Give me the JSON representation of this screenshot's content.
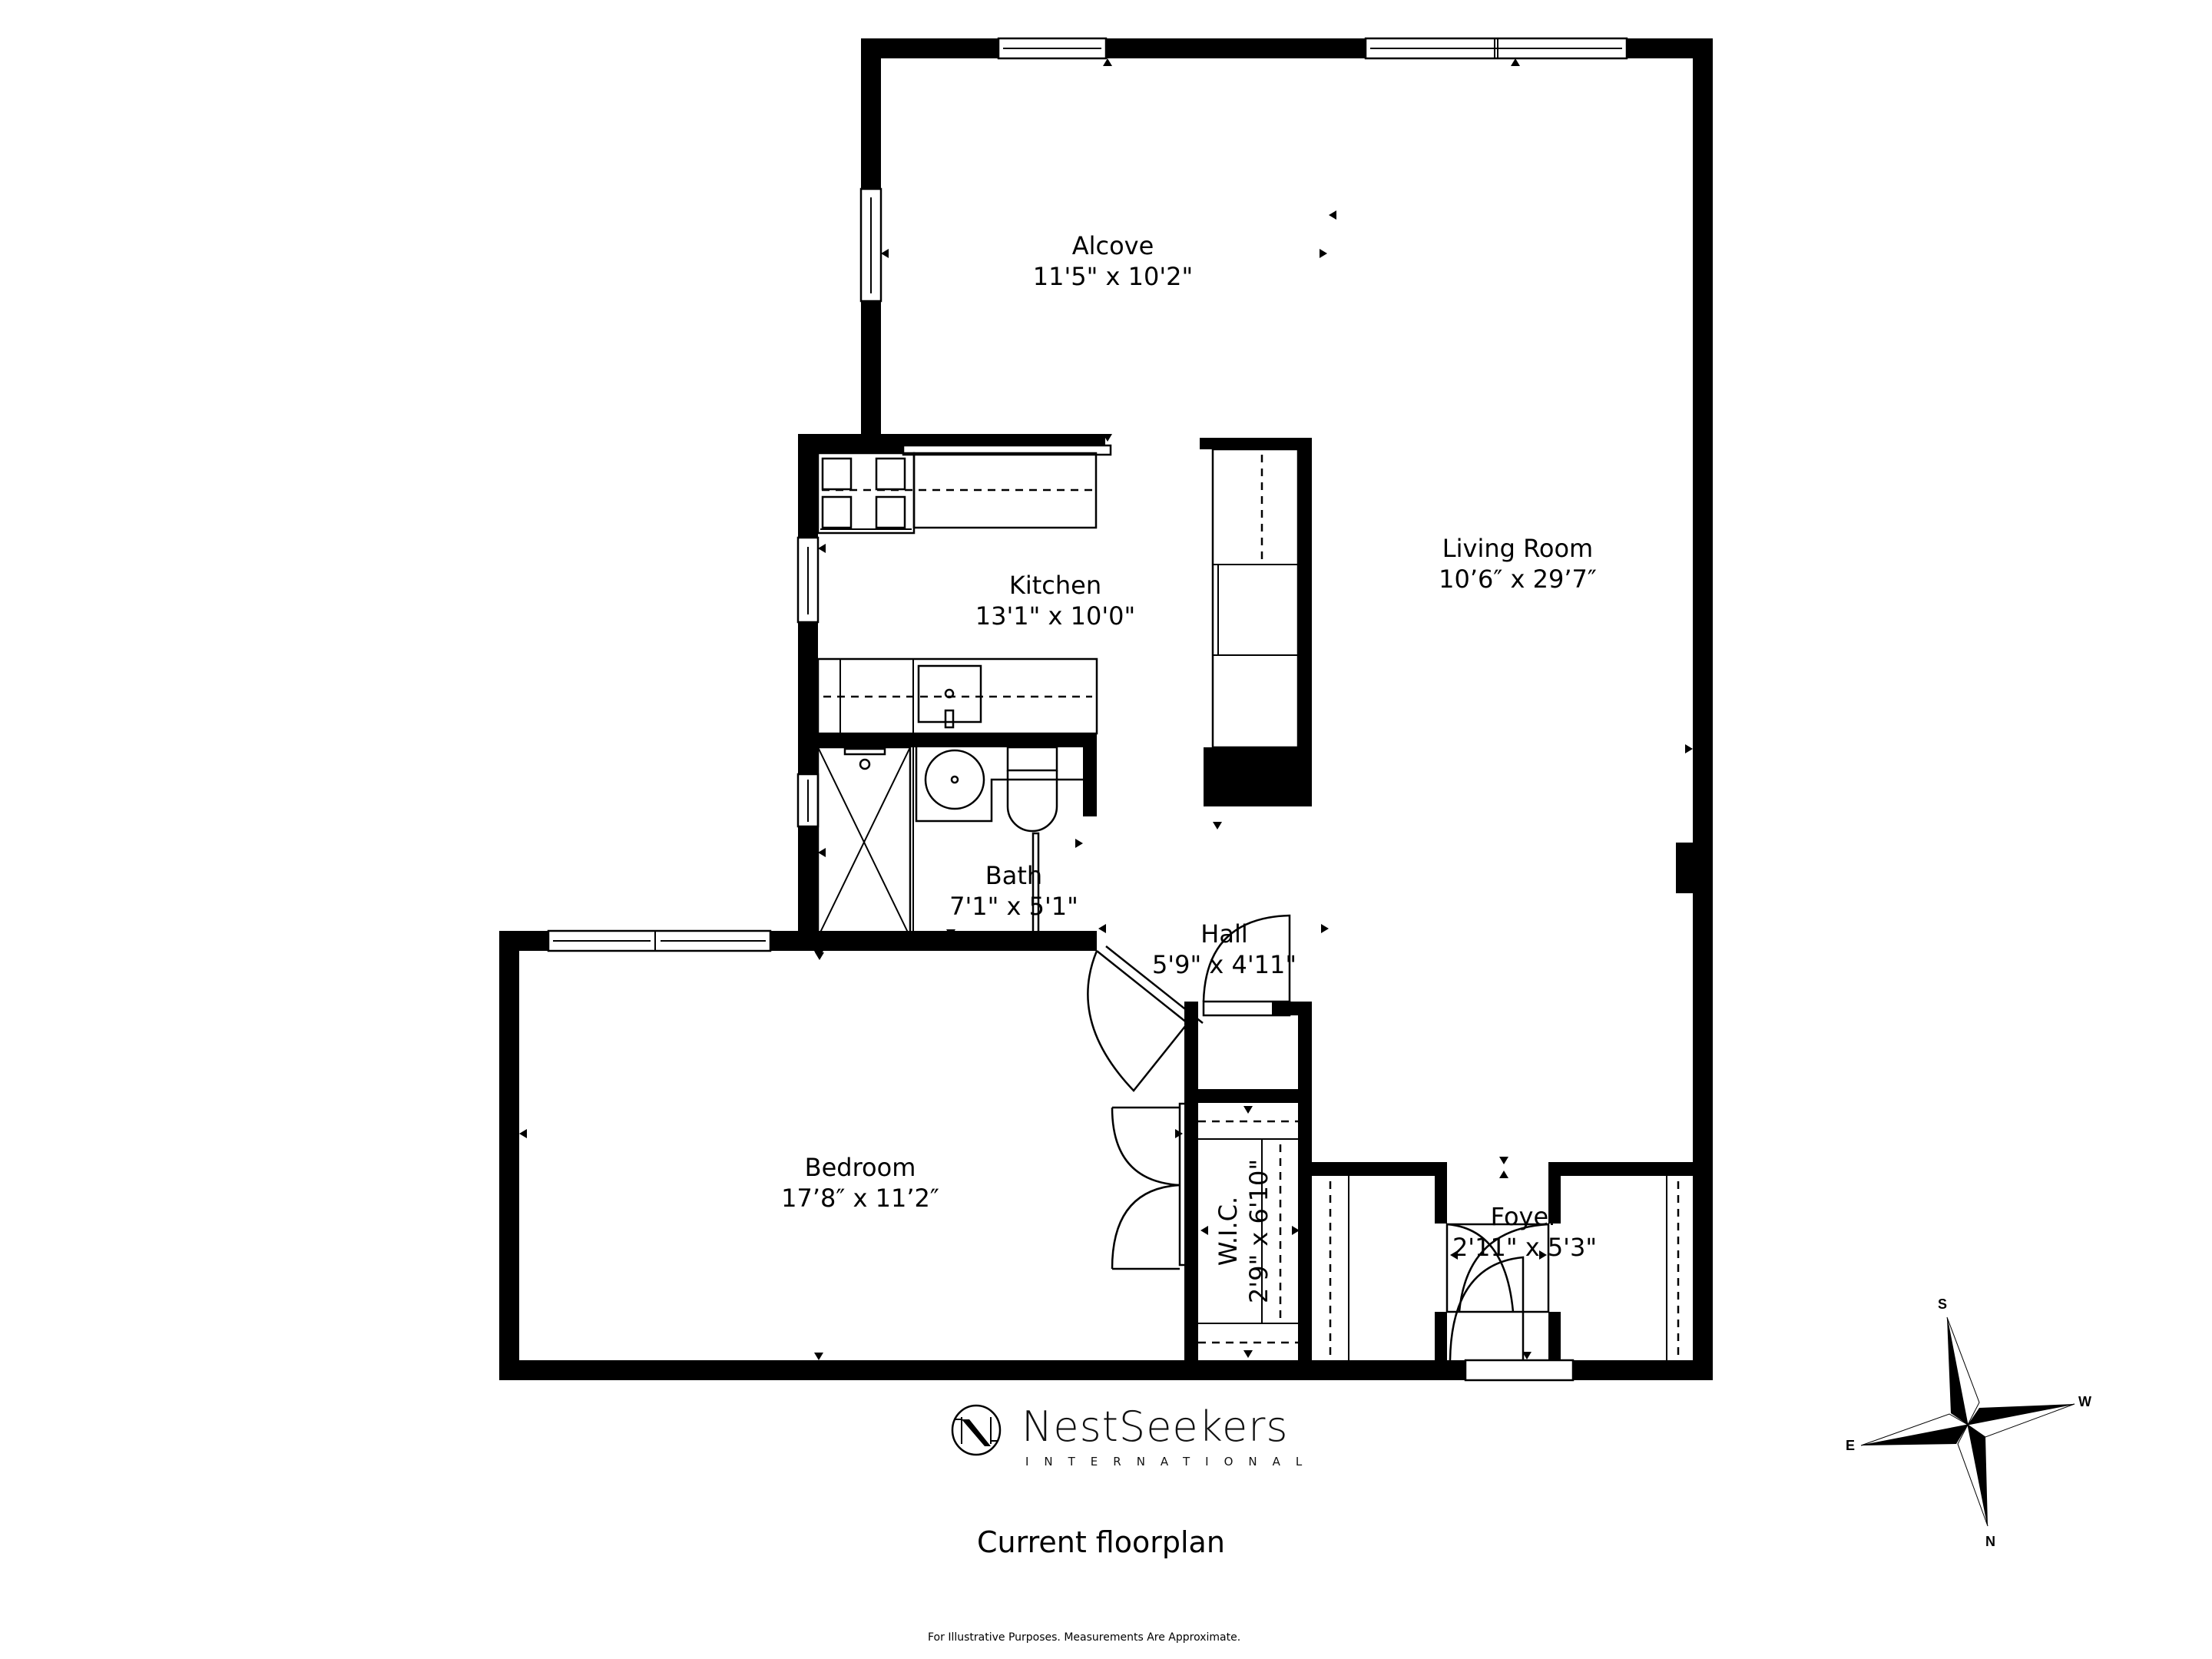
{
  "rooms": {
    "alcove": {
      "name": "Alcove",
      "dims": "11'5\" x 10'2\""
    },
    "living_room": {
      "name": "Living Room",
      "dims": "10’6″ x 29’7″"
    },
    "kitchen": {
      "name": "Kitchen",
      "dims": "13'1\" x 10'0\""
    },
    "bath": {
      "name": "Bath",
      "dims": "7'1\" x 5'1\""
    },
    "hall": {
      "name": "Hall",
      "dims": "5'9\" x 4'11\""
    },
    "bedroom": {
      "name": "Bedroom",
      "dims": "17’8″ x 11’2″"
    },
    "wic": {
      "name": "W.I.C.",
      "dims": "2'9\" x 6'10\""
    },
    "foyer": {
      "name": "Foyer",
      "dims": "2'11\" x 5'3\""
    }
  },
  "branding": {
    "name": "NestSeekers",
    "subtitle": "INTERNATIONAL",
    "logo_icon": "n-circle-logo-icon"
  },
  "caption": "Current floorplan",
  "disclaimer": "For Illustrative Purposes. Measurements Are Approximate.",
  "compass": {
    "icon": "compass-rose-icon",
    "labels": {
      "s": "S",
      "w": "W",
      "e": "E",
      "n": "N"
    }
  },
  "colors": {
    "wall": "#000000",
    "background": "#ffffff"
  }
}
